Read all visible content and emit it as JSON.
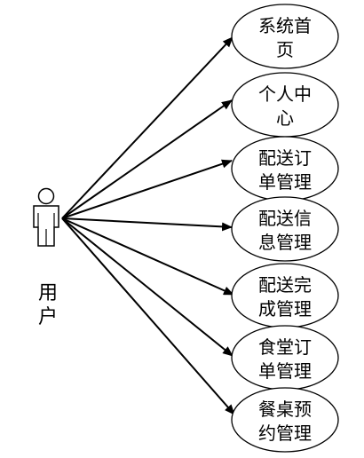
{
  "actor": {
    "label": "用户",
    "label_lines": [
      "用",
      "户"
    ]
  },
  "use_cases": [
    {
      "id": "uc1",
      "lines": [
        "系统首",
        "页"
      ]
    },
    {
      "id": "uc2",
      "lines": [
        "个人中",
        "心"
      ]
    },
    {
      "id": "uc3",
      "lines": [
        "配送订",
        "单管理"
      ]
    },
    {
      "id": "uc4",
      "lines": [
        "配送信",
        "息管理"
      ]
    },
    {
      "id": "uc5",
      "lines": [
        "配送完",
        "成管理"
      ]
    },
    {
      "id": "uc6",
      "lines": [
        "食堂订",
        "单管理"
      ]
    },
    {
      "id": "uc7",
      "lines": [
        "餐桌预",
        "约管理"
      ]
    }
  ],
  "colors": {
    "stroke": "#000000",
    "fill": "#ffffff",
    "text": "#000000"
  }
}
